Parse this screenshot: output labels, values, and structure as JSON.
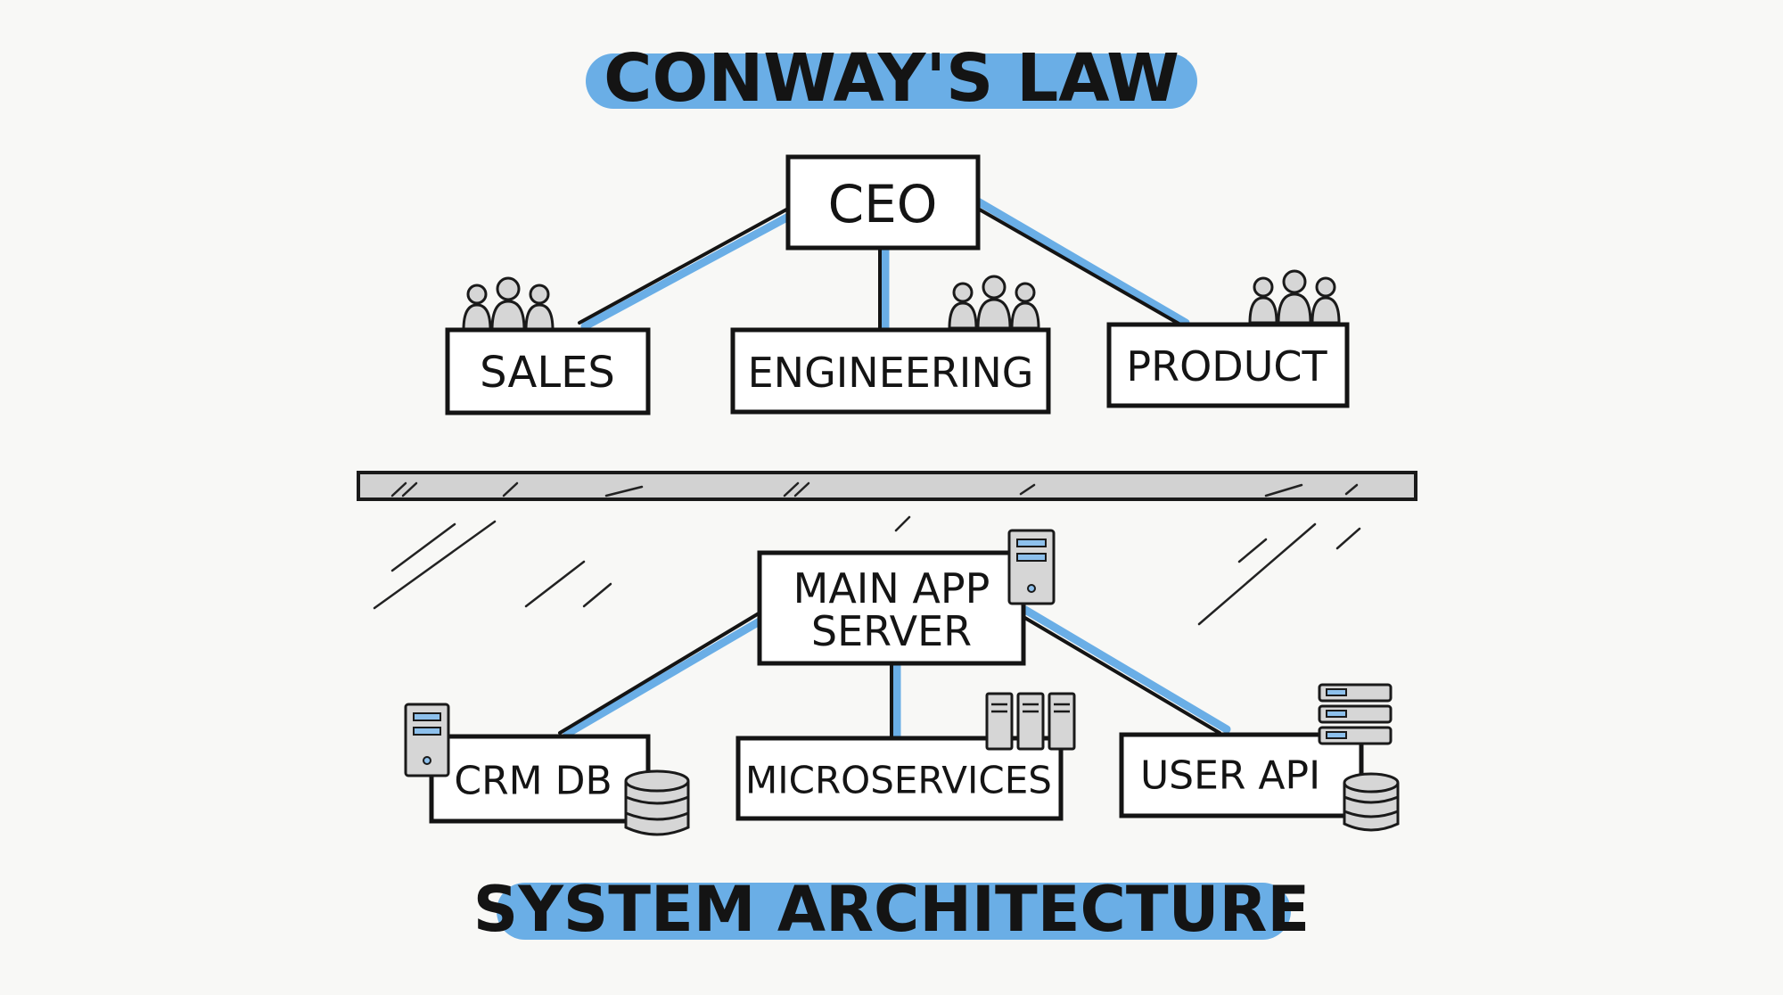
{
  "title": "CONWAY'S LAW",
  "org": {
    "root": "CEO",
    "teams": [
      "SALES",
      "ENGINEERING",
      "PRODUCT"
    ]
  },
  "system": {
    "root_line1": "MAIN APP",
    "root_line2": "SERVER",
    "components": [
      "CRM DB",
      "MICROSERVICES",
      "USER API"
    ]
  },
  "footer": "SYSTEM ARCHITECTURE",
  "colors": {
    "accent": "#6aaee6",
    "ink": "#141414",
    "icon_gray": "#d6d6d6"
  }
}
